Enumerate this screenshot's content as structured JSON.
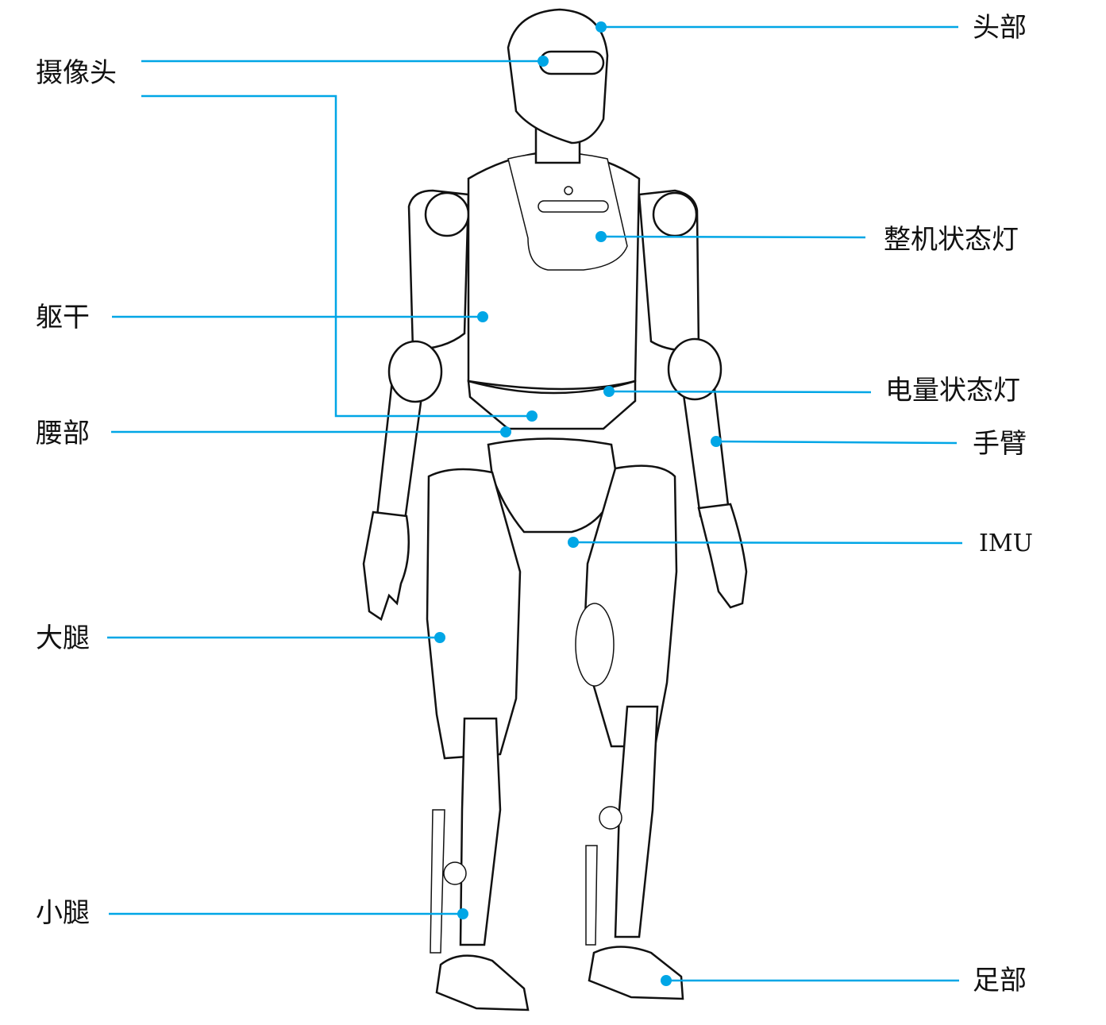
{
  "colors": {
    "callout": "#00a6e6",
    "outline": "#111111"
  },
  "labels": {
    "head": "头部",
    "camera": "摄像头",
    "status_light": "整机状态灯",
    "torso": "躯干",
    "battery_light": "电量状态灯",
    "waist": "腰部",
    "arm": "手臂",
    "imu": "IMU",
    "thigh": "大腿",
    "shank": "小腿",
    "foot": "足部"
  }
}
